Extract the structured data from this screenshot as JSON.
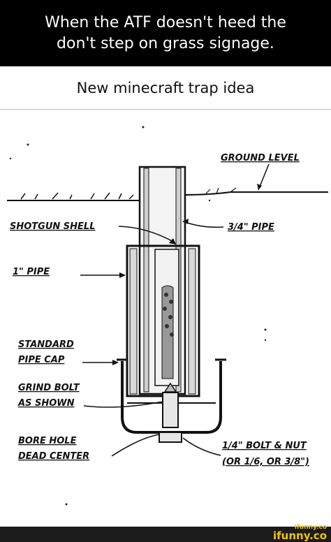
{
  "header": {
    "line1": "When the ATF doesn't heed the",
    "line2": "don't step on grass signage."
  },
  "subheader": {
    "text": "New minecraft trap idea"
  },
  "diagram": {
    "labels": {
      "ground_level": "GROUND LEVEL",
      "shotgun_shell": "SHOTGUN SHELL",
      "pipe_3_4": "3/4\" PIPE",
      "pipe_1": "1\" PIPE",
      "standard": "STANDARD",
      "pipe_cap": "PIPE CAP",
      "grind_bolt": "GRIND BOLT",
      "as_shown": "AS SHOWN",
      "bore_hole": "BORE HOLE",
      "dead_center": "DEAD CENTER",
      "bolt_nut": "1/4\" BOLT & NUT",
      "bolt_alt": "(OR 1/6, OR 3/8\")"
    }
  },
  "watermark": {
    "small": "ifunny.co",
    "large": "ifunny.co"
  },
  "colors": {
    "header_bg": "#000000",
    "watermark": "#f5c400"
  }
}
